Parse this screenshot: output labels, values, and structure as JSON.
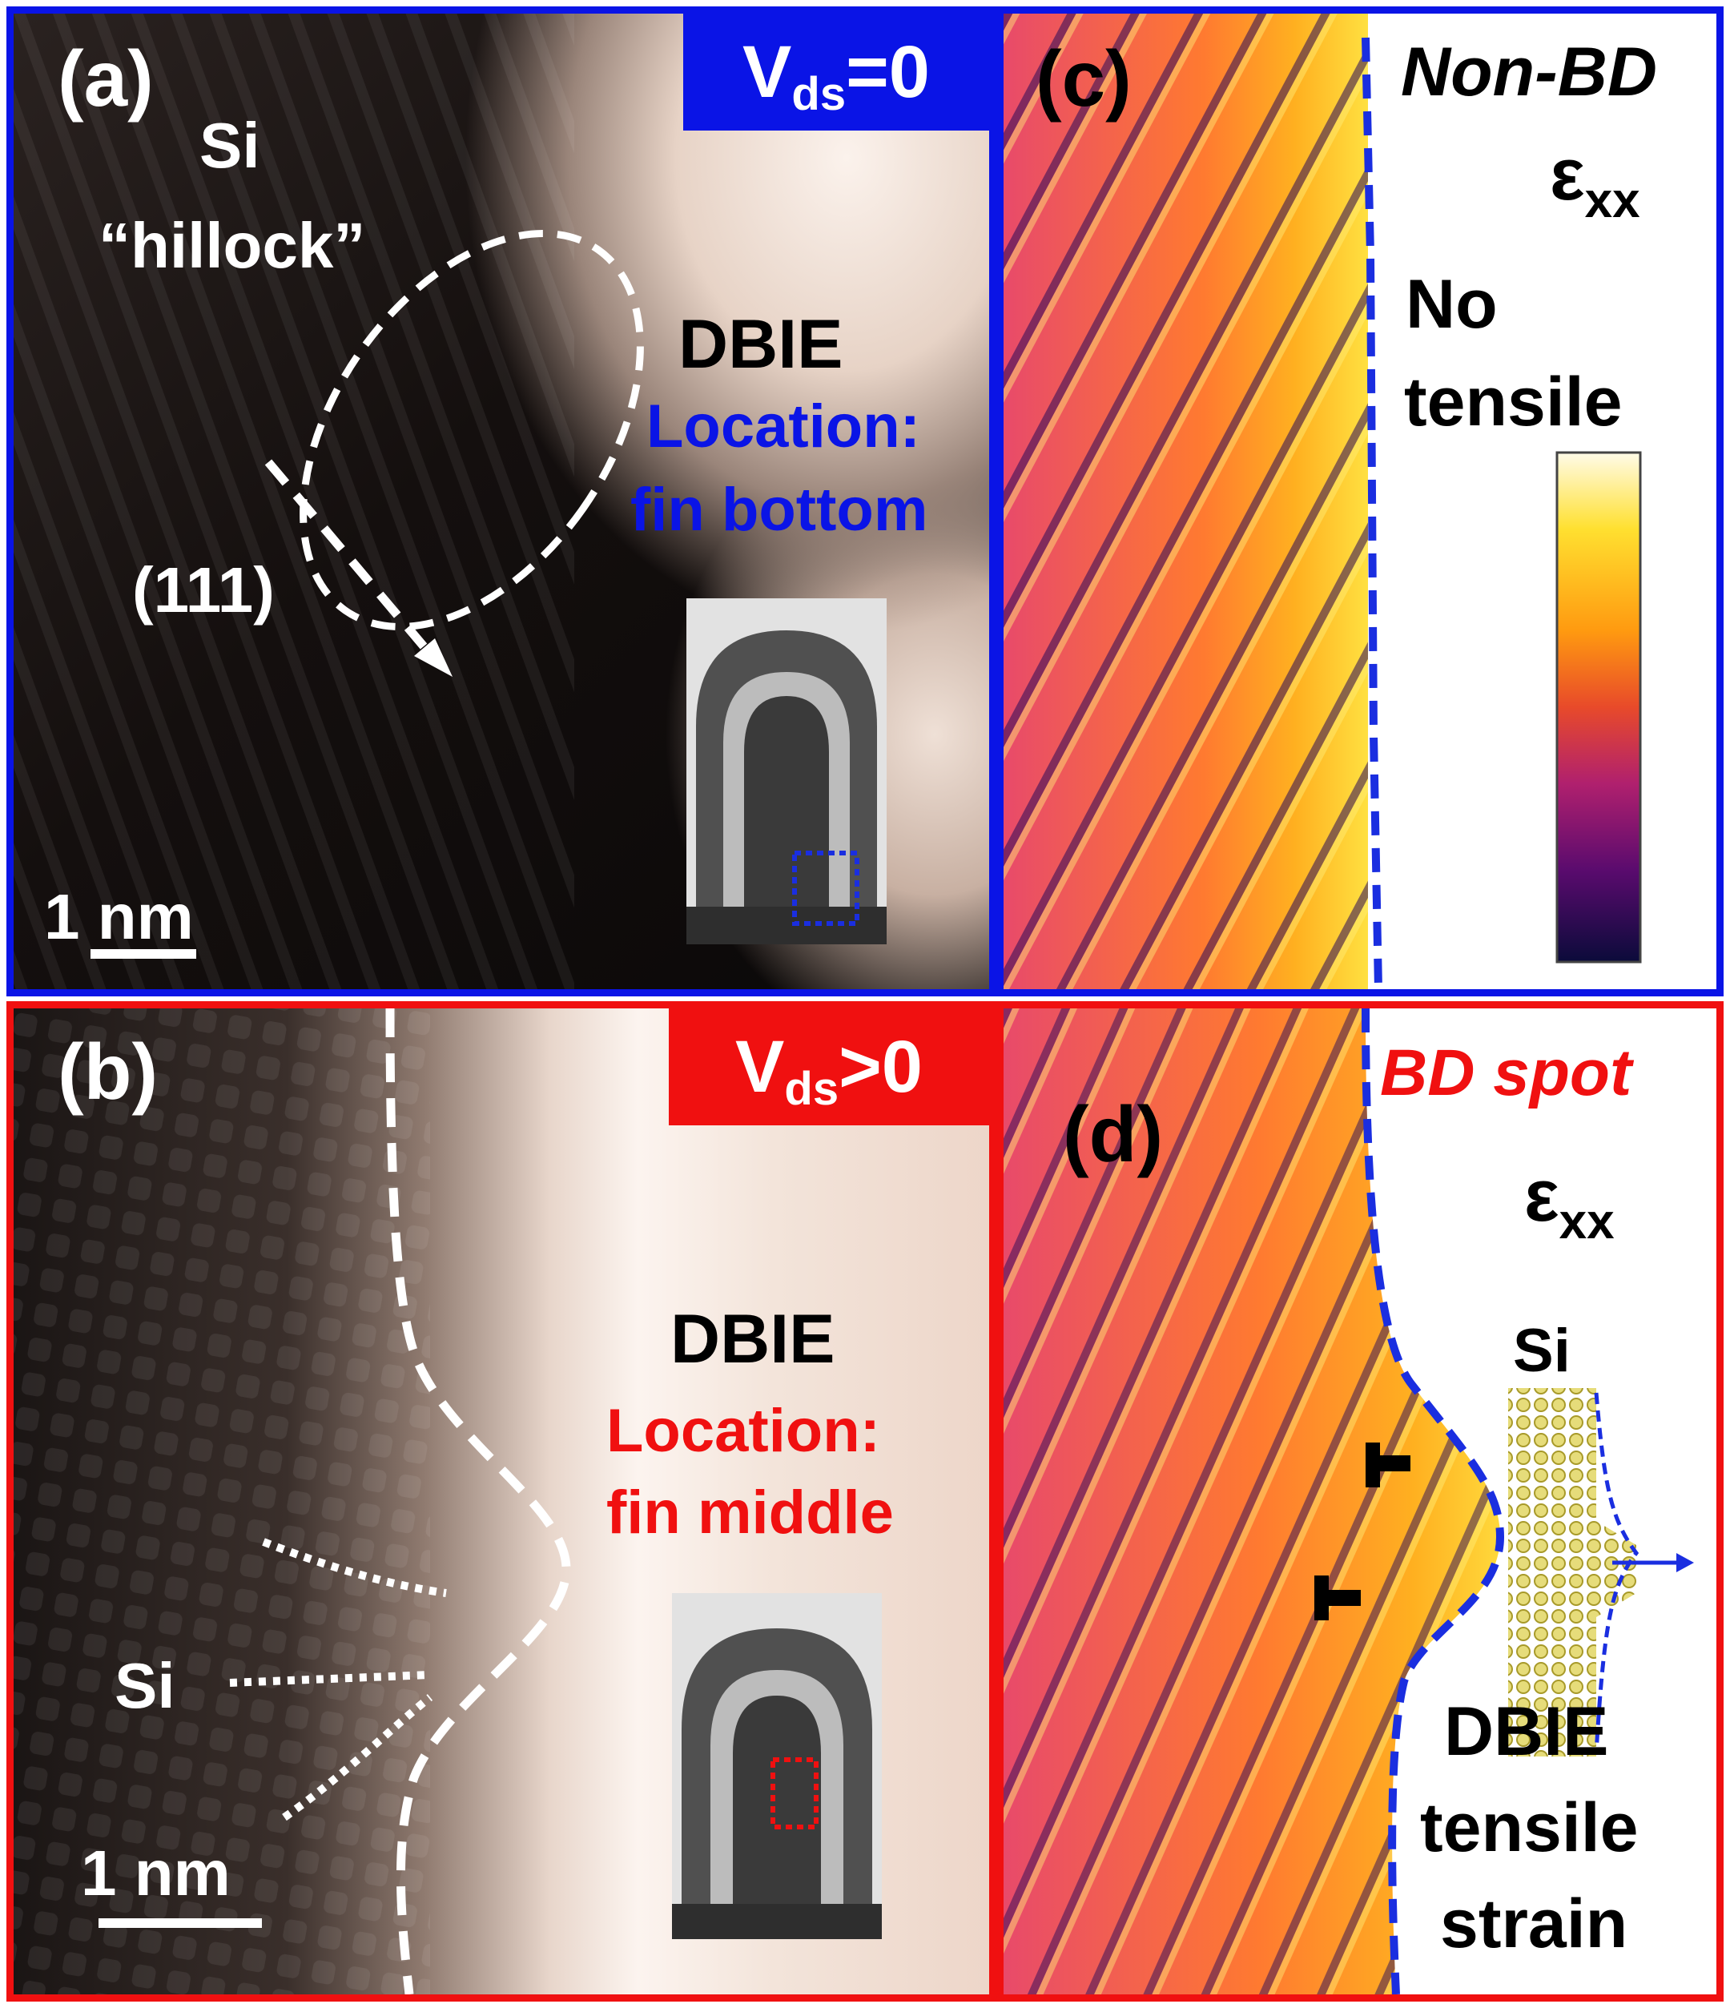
{
  "panels": {
    "a": {
      "label": "(a)",
      "badge_main": "V",
      "badge_sub": "ds",
      "badge_rest": "=0",
      "si_line1": "Si",
      "si_line2": "“hillock”",
      "plane": "(111)",
      "dbie": "DBIE",
      "location_line1": "Location:",
      "location_line2": "fin bottom",
      "scalebar": "1 nm"
    },
    "b": {
      "label": "(b)",
      "badge_main": "V",
      "badge_sub": "ds",
      "badge_rest": ">0",
      "si": "Si",
      "dbie": "DBIE",
      "location_line1": "Location:",
      "location_line2": "fin middle",
      "scalebar": "1 nm"
    },
    "c": {
      "label": "(c)",
      "title": "Non-BD",
      "symbol": "ε",
      "symbol_sub": "xx",
      "note_line1": "No",
      "note_line2": "tensile"
    },
    "d": {
      "label": "(d)",
      "title": "BD spot",
      "symbol": "ε",
      "symbol_sub": "xx",
      "si": "Si",
      "note_line1": "DBIE",
      "note_line2": "tensile",
      "note_line3": "strain"
    }
  },
  "colors": {
    "blue_frame": "#0a14e6",
    "red_frame": "#f01010",
    "dashed_boundary": "#1a2ee0",
    "colormap": [
      "#0b0b3a",
      "#5a0b6e",
      "#b0206e",
      "#e84a2a",
      "#ff9a10",
      "#ffe030",
      "#fffbe8"
    ]
  }
}
